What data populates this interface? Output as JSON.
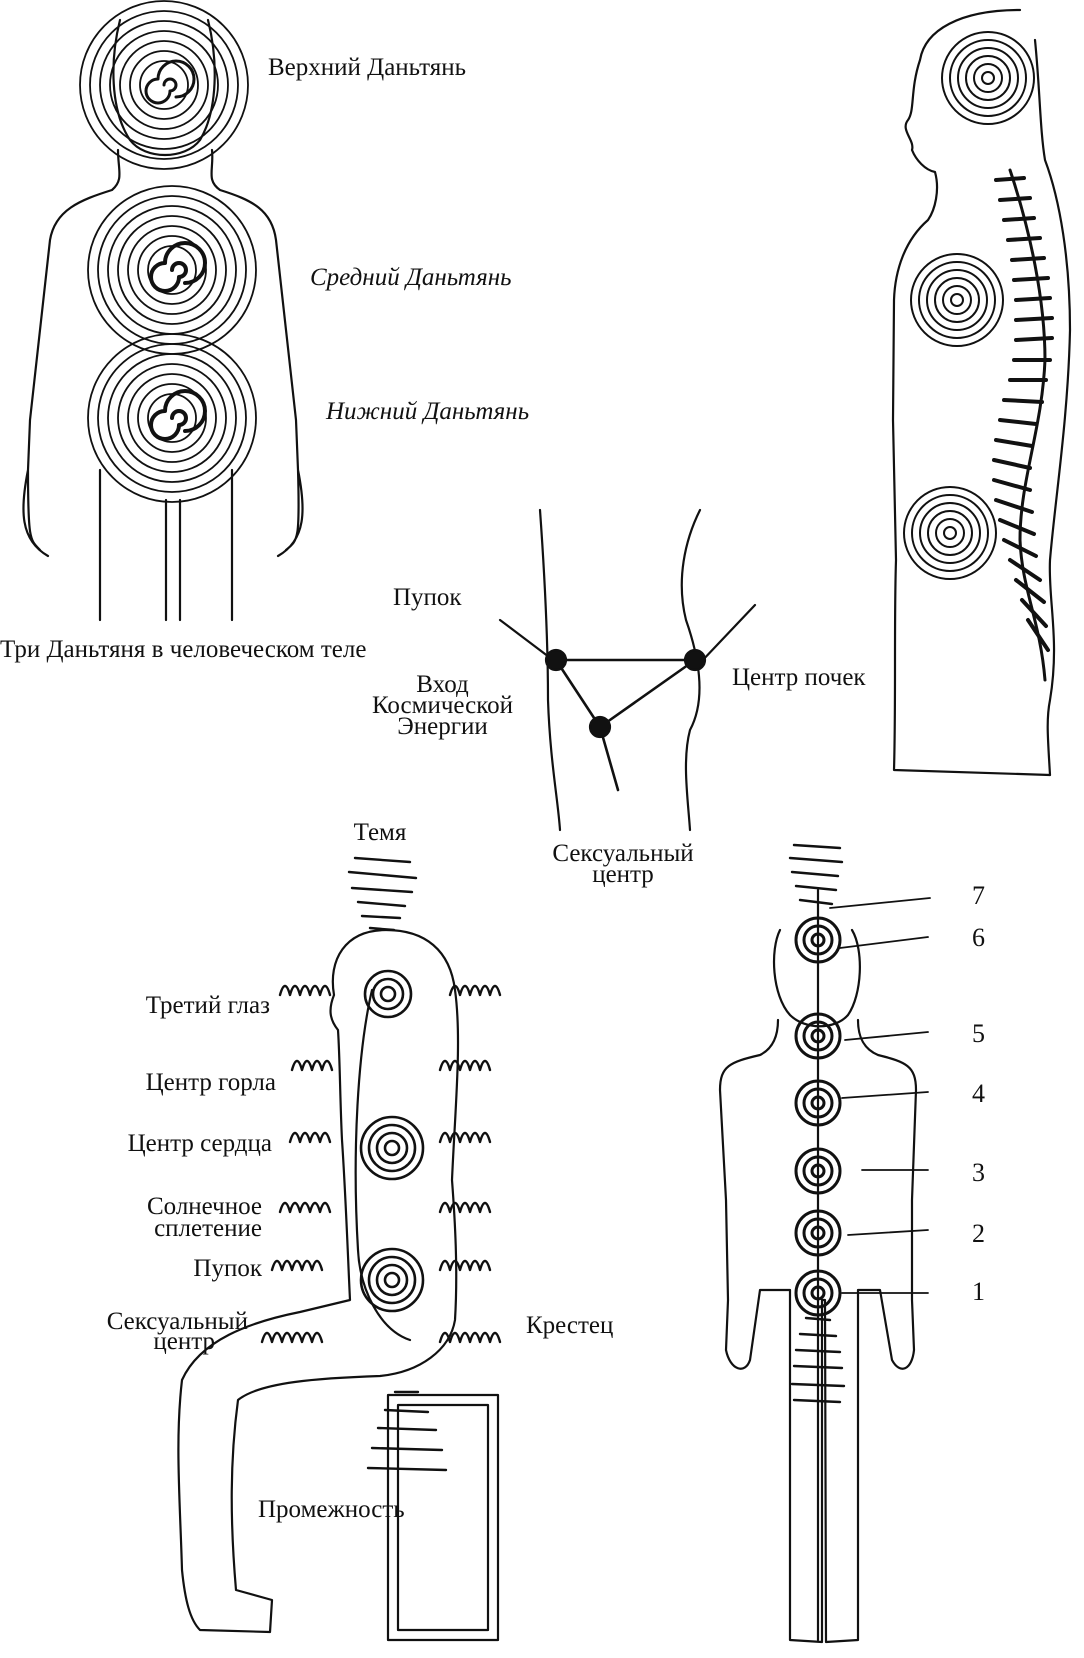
{
  "fig1": {
    "upper": "Верхний Даньтянь",
    "middle": "Средний Даньтянь",
    "lower": "Нижний Даньтянь",
    "caption": "Три Даньтяня в человеческом теле"
  },
  "fig2": {
    "navel": "Пупок",
    "cosmic_line1": "Вход",
    "cosmic_line2": "Космической",
    "cosmic_line3": "Энергии",
    "kidneys": "Центр почек",
    "sexual_line1": "Сексуальный",
    "sexual_line2": "центр"
  },
  "fig4": {
    "crown": "Темя",
    "third_eye": "Третий глаз",
    "throat": "Центр горла",
    "heart": "Центр сердца",
    "solar_line1": "Солнечное",
    "solar_line2": "сплетение",
    "navel": "Пупок",
    "sexual_line1": "Сексуальный",
    "sexual_line2": "центр",
    "sacrum": "Крестец",
    "perineum": "Промежность"
  },
  "fig5": {
    "numbers": [
      "7",
      "6",
      "5",
      "4",
      "3",
      "2",
      "1"
    ]
  }
}
